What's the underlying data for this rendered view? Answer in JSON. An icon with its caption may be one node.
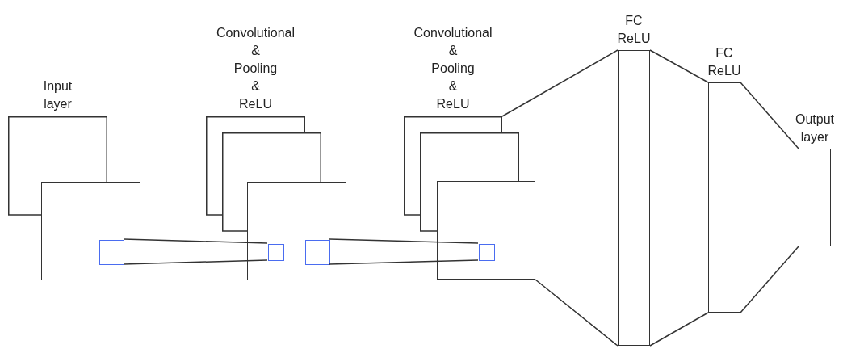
{
  "diagram": {
    "nodes": [
      {
        "text": [
          "Input layer"
        ]
      },
      {
        "text": [],
        "shape": "box"
      },
      {
        "text": [],
        "shape": "box",
        "in": 1
      },
      {
        "text": [
          "Convolutional & Pooling & ReLU"
        ]
      },
      {
        "text": [],
        "shape": "box"
      },
      {
        "text": [],
        "shape": "box"
      },
      {
        "text": [],
        "shape": "box",
        "in": 5
      },
      {
        "text": [],
        "shape": "box",
        "in": 5
      },
      {
        "text": [
          "Convolutional & Pooling & ReLU"
        ]
      },
      {
        "text": [],
        "shape": "box"
      },
      {
        "text": [],
        "shape": "box"
      },
      {
        "text": [],
        "shape": "box",
        "in": 10
      },
      {
        "text": [
          "FC ReLU"
        ]
      },
      {
        "text": [
          "FC ReLU"
        ]
      },
      {
        "text": [
          "Output layer"
        ]
      }
    ],
    "edges": [
      {
        "from": 2,
        "to": 6,
        "arrow": "none"
      },
      {
        "from": 2,
        "to": 6,
        "arrow": "none"
      },
      {
        "from": 7,
        "to": 11,
        "arrow": "none"
      },
      {
        "from": 7,
        "to": 11,
        "arrow": "none"
      },
      {
        "from": 8,
        "to": 12,
        "arrow": "none"
      },
      {
        "from": 10,
        "to": 12,
        "arrow": "none"
      },
      {
        "from": 12,
        "to": 13,
        "arrow": "none"
      },
      {
        "from": 12,
        "to": 13,
        "arrow": "none"
      },
      {
        "from": 13,
        "to": 14,
        "arrow": "none"
      },
      {
        "from": 13,
        "to": 14,
        "arrow": "none"
      }
    ]
  }
}
